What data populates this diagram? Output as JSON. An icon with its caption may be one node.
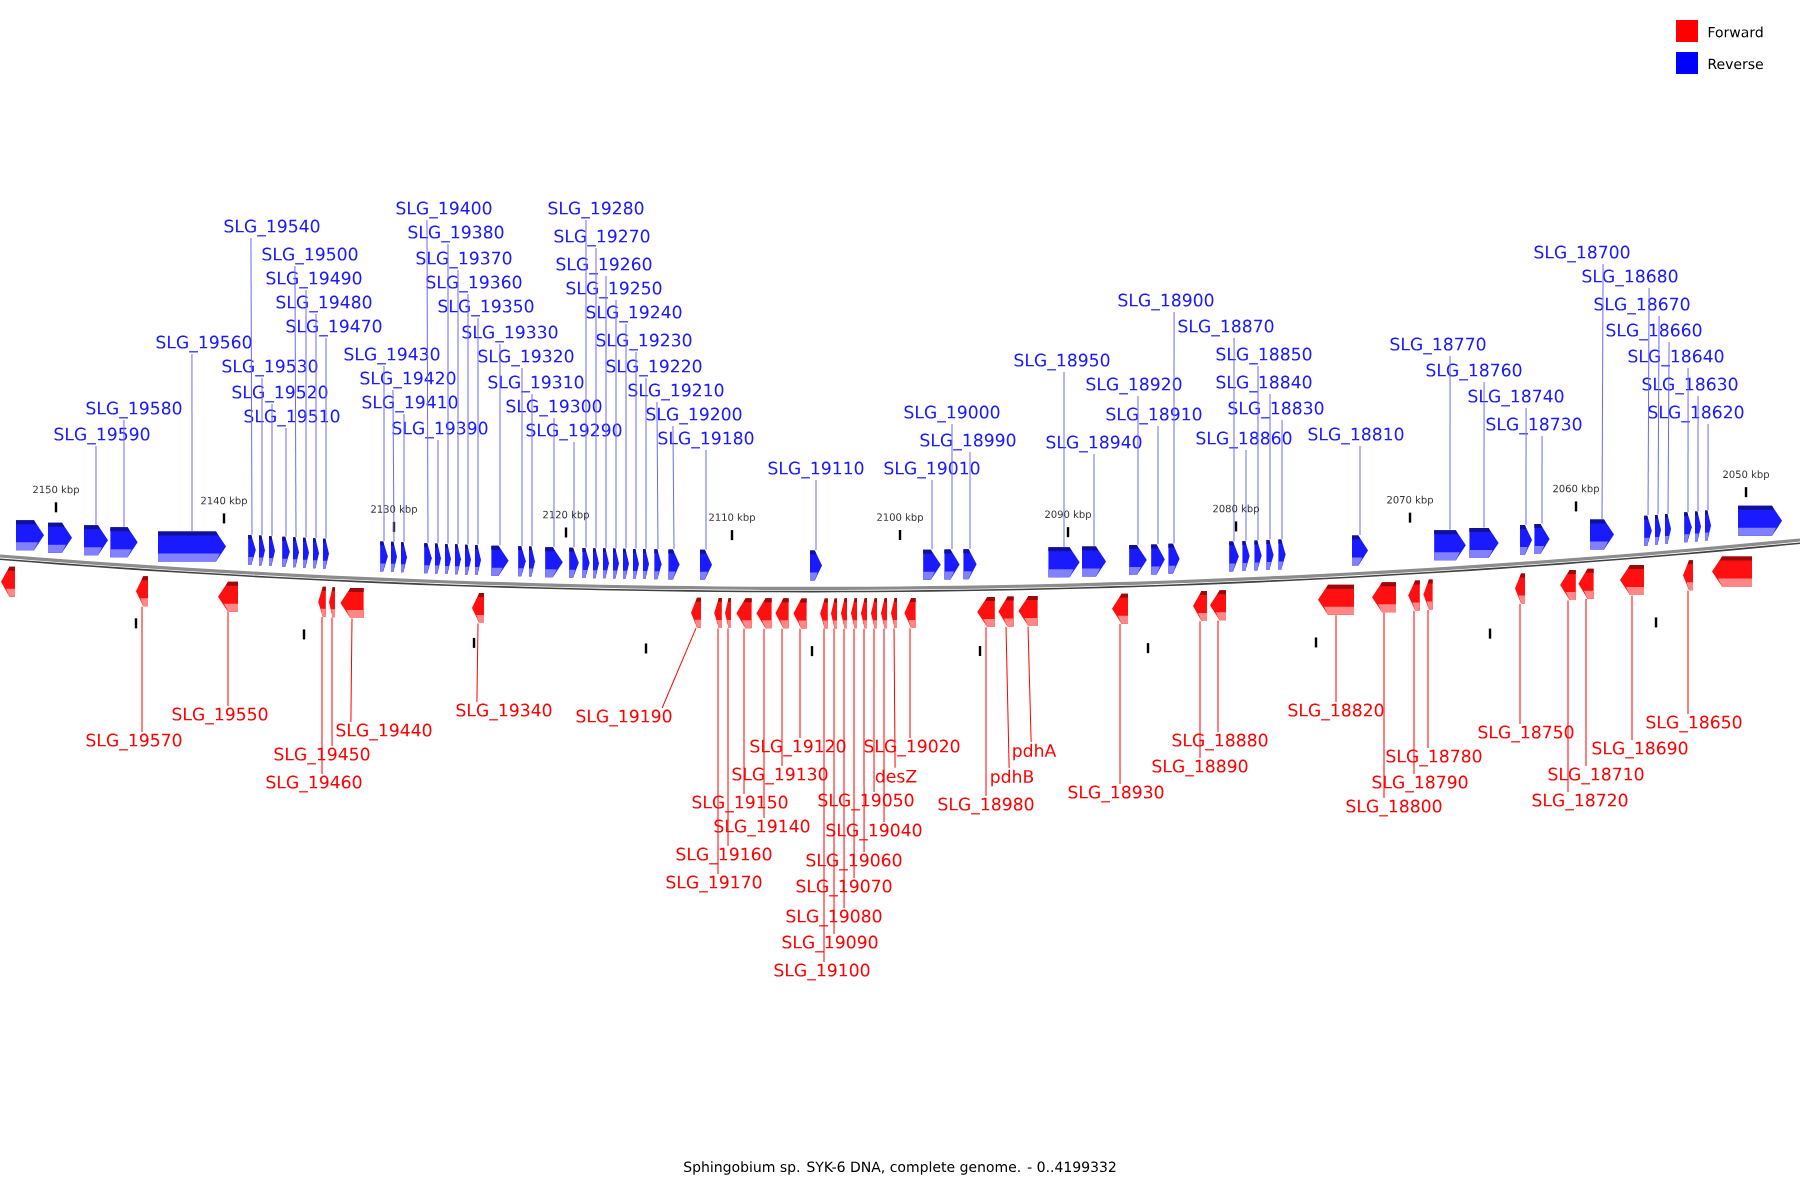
{
  "diagram": {
    "caption": "Sphingobium sp. SYK-6 DNA, complete genome. - 0..4199332",
    "nodes": [
      {
        "text": [
          "SLG_19590"
        ]
      },
      {
        "text": [
          "SLG_19580"
        ]
      },
      {
        "text": [
          "SLG_19560"
        ]
      },
      {
        "text": [
          "SLG_19540"
        ]
      },
      {
        "text": [
          "SLG_19530"
        ]
      },
      {
        "text": [
          "SLG_19520"
        ]
      },
      {
        "text": [
          "SLG_19510"
        ]
      },
      {
        "text": [
          "SLG_19500"
        ]
      },
      {
        "text": [
          "SLG_19490"
        ]
      },
      {
        "text": [
          "SLG_19480"
        ]
      },
      {
        "text": [
          "SLG_19470"
        ]
      },
      {
        "text": [
          "SLG_19430"
        ]
      },
      {
        "text": [
          "SLG_19420"
        ]
      },
      {
        "text": [
          "SLG_19410"
        ]
      },
      {
        "text": [
          "SLG_19400"
        ]
      },
      {
        "text": [
          "SLG_19390"
        ]
      },
      {
        "text": [
          "SLG_19380"
        ]
      },
      {
        "text": [
          "SLG_19370"
        ]
      },
      {
        "text": [
          "SLG_19360"
        ]
      },
      {
        "text": [
          "SLG_19350"
        ]
      },
      {
        "text": [
          "SLG_19330"
        ]
      },
      {
        "text": [
          "SLG_19320"
        ]
      },
      {
        "text": [
          "SLG_19310"
        ]
      },
      {
        "text": [
          "SLG_19300"
        ]
      },
      {
        "text": [
          "SLG_19290"
        ]
      },
      {
        "text": [
          "SLG_19280"
        ]
      },
      {
        "text": [
          "SLG_19270"
        ]
      },
      {
        "text": [
          "SLG_19260"
        ]
      },
      {
        "text": [
          "SLG_19250"
        ]
      },
      {
        "text": [
          "SLG_19240"
        ]
      },
      {
        "text": [
          "SLG_19230"
        ]
      },
      {
        "text": [
          "SLG_19220"
        ]
      },
      {
        "text": [
          "SLG_19210"
        ]
      },
      {
        "text": [
          "SLG_19200"
        ]
      },
      {
        "text": [
          "SLG_19180"
        ]
      },
      {
        "text": [
          "SLG_19110"
        ]
      },
      {
        "text": [
          "SLG_19010"
        ]
      },
      {
        "text": [
          "SLG_19000"
        ]
      },
      {
        "text": [
          "SLG_18990"
        ]
      },
      {
        "text": [
          "SLG_18950"
        ]
      },
      {
        "text": [
          "SLG_18940"
        ]
      },
      {
        "text": [
          "SLG_18920"
        ]
      },
      {
        "text": [
          "SLG_18910"
        ]
      },
      {
        "text": [
          "SLG_18900"
        ]
      },
      {
        "text": [
          "SLG_18870"
        ]
      },
      {
        "text": [
          "SLG_18860"
        ]
      },
      {
        "text": [
          "SLG_18850"
        ]
      },
      {
        "text": [
          "SLG_18840"
        ]
      },
      {
        "text": [
          "SLG_18830"
        ]
      },
      {
        "text": [
          "SLG_18810"
        ]
      },
      {
        "text": [
          "SLG_18770"
        ]
      },
      {
        "text": [
          "SLG_18760"
        ]
      },
      {
        "text": [
          "SLG_18740"
        ]
      },
      {
        "text": [
          "SLG_18730"
        ]
      },
      {
        "text": [
          "SLG_18700"
        ]
      },
      {
        "text": [
          "SLG_18680"
        ]
      },
      {
        "text": [
          "SLG_18670"
        ]
      },
      {
        "text": [
          "SLG_18660"
        ]
      },
      {
        "text": [
          "SLG_18640"
        ]
      },
      {
        "text": [
          "SLG_18630"
        ]
      },
      {
        "text": [
          "SLG_18620"
        ]
      },
      {
        "text": [
          "SLG_19570"
        ]
      },
      {
        "text": [
          "SLG_19550"
        ]
      },
      {
        "text": [
          "SLG_19460"
        ]
      },
      {
        "text": [
          "SLG_19450"
        ]
      },
      {
        "text": [
          "SLG_19440"
        ]
      },
      {
        "text": [
          "SLG_19340"
        ]
      },
      {
        "text": [
          "SLG_19190"
        ]
      },
      {
        "text": [
          "SLG_19170"
        ]
      },
      {
        "text": [
          "SLG_19160"
        ]
      },
      {
        "text": [
          "SLG_19150"
        ]
      },
      {
        "text": [
          "SLG_19140"
        ]
      },
      {
        "text": [
          "SLG_19130"
        ]
      },
      {
        "text": [
          "SLG_19120"
        ]
      },
      {
        "text": [
          "SLG_19100"
        ]
      },
      {
        "text": [
          "SLG_19090"
        ]
      },
      {
        "text": [
          "SLG_19080"
        ]
      },
      {
        "text": [
          "SLG_19070"
        ]
      },
      {
        "text": [
          "SLG_19060"
        ]
      },
      {
        "text": [
          "SLG_19050"
        ]
      },
      {
        "text": [
          "SLG_19040"
        ]
      },
      {
        "text": [
          "desZ"
        ]
      },
      {
        "text": [
          "SLG_19020"
        ]
      },
      {
        "text": [
          "SLG_18980"
        ]
      },
      {
        "text": [
          "pdhB"
        ]
      },
      {
        "text": [
          "pdhA"
        ]
      },
      {
        "text": [
          "SLG_18930"
        ]
      },
      {
        "text": [
          "SLG_18890"
        ]
      },
      {
        "text": [
          "SLG_18880"
        ]
      },
      {
        "text": [
          "SLG_18820"
        ]
      },
      {
        "text": [
          "SLG_18800"
        ]
      },
      {
        "text": [
          "SLG_18790"
        ]
      },
      {
        "text": [
          "SLG_18780"
        ]
      },
      {
        "text": [
          "SLG_18750"
        ]
      },
      {
        "text": [
          "SLG_18720"
        ]
      },
      {
        "text": [
          "SLG_18710"
        ]
      },
      {
        "text": [
          "SLG_18690"
        ]
      },
      {
        "text": [
          "SLG_18650"
        ]
      },
      {
        "text": [],
        "shape": "arrow"
      },
      {
        "text": [],
        "shape": "arrow"
      },
      {
        "text": [],
        "shape": "arrow"
      },
      {
        "text": [],
        "shape": "arrow"
      },
      {
        "text": [],
        "shape": "arrow"
      },
      {
        "text": [],
        "shape": "arrow"
      },
      {
        "text": [],
        "shape": "arrow"
      },
      {
        "text": [],
        "shape": "arrow"
      },
      {
        "text": [],
        "shape": "arrow"
      },
      {
        "text": [],
        "shape": "arrow"
      },
      {
        "text": [],
        "shape": "arrow"
      },
      {
        "text": [],
        "shape": "arrow"
      },
      {
        "text": [],
        "shape": "arrow"
      },
      {
        "text": [],
        "shape": "arrow"
      },
      {
        "text": [],
        "shape": "arrow"
      },
      {
        "text": [],
        "shape": "arrow"
      },
      {
        "text": [],
        "shape": "arrow"
      },
      {
        "text": [],
        "shape": "arrow"
      },
      {
        "text": [],
        "shape": "arrow"
      },
      {
        "text": [],
        "shape": "arrow"
      },
      {
        "text": [],
        "shape": "arrow"
      },
      {
        "text": [],
        "shape": "arrow"
      },
      {
        "text": [],
        "shape": "arrow"
      },
      {
        "text": [],
        "shape": "arrow"
      },
      {
        "text": [],
        "shape": "arrow"
      },
      {
        "text": [],
        "shape": "arrow"
      },
      {
        "text": [],
        "shape": "arrow"
      },
      {
        "text": [],
        "shape": "arrow"
      },
      {
        "text": [],
        "shape": "arrow"
      },
      {
        "text": [],
        "shape": "arrow"
      },
      {
        "text": [],
        "shape": "arrow"
      },
      {
        "text": [],
        "shape": "arrow"
      },
      {
        "text": [],
        "shape": "arrow"
      },
      {
        "text": [],
        "shape": "arrow"
      },
      {
        "text": [],
        "shape": "arrow"
      },
      {
        "text": [],
        "shape": "arrow"
      },
      {
        "text": [],
        "shape": "arrow"
      },
      {
        "text": [],
        "shape": "arrow"
      },
      {
        "text": [],
        "shape": "arrow"
      },
      {
        "text": [],
        "shape": "arrow"
      },
      {
        "text": [],
        "shape": "arrow"
      },
      {
        "text": [],
        "shape": "arrow"
      },
      {
        "text": [],
        "shape": "arrow"
      },
      {
        "text": [],
        "shape": "arrow"
      },
      {
        "text": [],
        "shape": "arrow"
      },
      {
        "text": [],
        "shape": "arrow"
      },
      {
        "text": [],
        "shape": "arrow"
      },
      {
        "text": [],
        "shape": "arrow"
      },
      {
        "text": [],
        "shape": "arrow"
      },
      {
        "text": [],
        "shape": "arrow"
      },
      {
        "text": [],
        "shape": "arrow"
      },
      {
        "text": [],
        "shape": "arrow"
      },
      {
        "text": [],
        "shape": "arrow"
      },
      {
        "text": [],
        "shape": "arrow"
      },
      {
        "text": [],
        "shape": "arrow"
      },
      {
        "text": [],
        "shape": "arrow"
      },
      {
        "text": [],
        "shape": "arrow"
      },
      {
        "text": [],
        "shape": "arrow"
      },
      {
        "text": [],
        "shape": "arrow"
      },
      {
        "text": [],
        "shape": "arrow"
      },
      {
        "text": [],
        "shape": "arrow"
      },
      {
        "text": [],
        "shape": "arrow"
      },
      {
        "text": [],
        "shape": "arrow"
      },
      {
        "text": [],
        "shape": "arrow"
      },
      {
        "text": [],
        "shape": "arrow"
      },
      {
        "text": [],
        "shape": "arrow"
      },
      {
        "text": [],
        "shape": "arrow"
      },
      {
        "text": [],
        "shape": "arrow"
      },
      {
        "text": [],
        "shape": "arrow"
      },
      {
        "text": [],
        "shape": "arrow"
      },
      {
        "text": [],
        "shape": "arrow"
      },
      {
        "text": [],
        "shape": "arrow"
      },
      {
        "text": [],
        "shape": "arrow"
      },
      {
        "text": [],
        "shape": "arrow"
      },
      {
        "text": [],
        "shape": "arrow"
      },
      {
        "text": [],
        "shape": "arrow"
      },
      {
        "text": [],
        "shape": "arrow"
      },
      {
        "text": [],
        "shape": "arrow"
      },
      {
        "text": [],
        "shape": "arrow"
      },
      {
        "text": [],
        "shape": "arrow"
      },
      {
        "text": [],
        "shape": "arrow"
      },
      {
        "text": [],
        "shape": "arrow"
      },
      {
        "text": [],
        "shape": "arrow"
      },
      {
        "text": [],
        "shape": "arrow"
      },
      {
        "text": [],
        "shape": "arrow"
      },
      {
        "text": [],
        "shape": "arrow"
      },
      {
        "text": [],
        "shape": "arrow"
      },
      {
        "text": [],
        "shape": "arrow"
      },
      {
        "text": [],
        "shape": "arrow"
      },
      {
        "text": [],
        "shape": "arrow"
      },
      {
        "text": [],
        "shape": "arrow"
      },
      {
        "text": [],
        "shape": "arrow"
      },
      {
        "text": [],
        "shape": "arrow"
      },
      {
        "text": [],
        "shape": "arrow"
      },
      {
        "text": [],
        "shape": "arrow"
      },
      {
        "text": [],
        "shape": "arrow"
      },
      {
        "text": [],
        "shape": "arrow"
      },
      {
        "text": [],
        "shape": "arrow"
      },
      {
        "text": [],
        "shape": "arrow"
      },
      {
        "text": [],
        "shape": "arrow"
      },
      {
        "text": [],
        "shape": "arrow"
      },
      {
        "text": [],
        "shape": "arrow"
      },
      {
        "text": [],
        "shape": "arrow"
      }
    ],
    "edges": [
      {
        "from": 0,
        "to": 98,
        "arrow": "none"
      },
      {
        "from": 1,
        "to": 99,
        "arrow": "none"
      },
      {
        "from": 2,
        "to": 100,
        "arrow": "none"
      },
      {
        "from": 3,
        "to": 101,
        "arrow": "none"
      },
      {
        "from": 4,
        "to": 102,
        "arrow": "none"
      },
      {
        "from": 5,
        "to": 103,
        "arrow": "none"
      },
      {
        "from": 6,
        "to": 104,
        "arrow": "none"
      },
      {
        "from": 7,
        "to": 105,
        "arrow": "none"
      },
      {
        "from": 8,
        "to": 106,
        "arrow": "none"
      },
      {
        "from": 9,
        "to": 107,
        "arrow": "none"
      },
      {
        "from": 10,
        "to": 108,
        "arrow": "none"
      },
      {
        "from": 11,
        "to": 109,
        "arrow": "none"
      },
      {
        "from": 12,
        "to": 110,
        "arrow": "none"
      },
      {
        "from": 13,
        "to": 111,
        "arrow": "none"
      },
      {
        "from": 14,
        "to": 112,
        "arrow": "none"
      },
      {
        "from": 15,
        "to": 113,
        "arrow": "none"
      },
      {
        "from": 16,
        "to": 114,
        "arrow": "none"
      },
      {
        "from": 17,
        "to": 115,
        "arrow": "none"
      },
      {
        "from": 18,
        "to": 116,
        "arrow": "none"
      },
      {
        "from": 19,
        "to": 117,
        "arrow": "none"
      },
      {
        "from": 20,
        "to": 118,
        "arrow": "none"
      },
      {
        "from": 21,
        "to": 119,
        "arrow": "none"
      },
      {
        "from": 22,
        "to": 120,
        "arrow": "none"
      },
      {
        "from": 23,
        "to": 121,
        "arrow": "none"
      },
      {
        "from": 24,
        "to": 122,
        "arrow": "none"
      },
      {
        "from": 25,
        "to": 123,
        "arrow": "none"
      },
      {
        "from": 26,
        "to": 124,
        "arrow": "none"
      },
      {
        "from": 27,
        "to": 125,
        "arrow": "none"
      },
      {
        "from": 28,
        "to": 126,
        "arrow": "none"
      },
      {
        "from": 29,
        "to": 127,
        "arrow": "none"
      },
      {
        "from": 30,
        "to": 128,
        "arrow": "none"
      },
      {
        "from": 31,
        "to": 129,
        "arrow": "none"
      },
      {
        "from": 32,
        "to": 130,
        "arrow": "none"
      },
      {
        "from": 33,
        "to": 131,
        "arrow": "none"
      },
      {
        "from": 34,
        "to": 132,
        "arrow": "none"
      },
      {
        "from": 35,
        "to": 133,
        "arrow": "none"
      },
      {
        "from": 36,
        "to": 134,
        "arrow": "none"
      },
      {
        "from": 37,
        "to": 135,
        "arrow": "none"
      },
      {
        "from": 38,
        "to": 136,
        "arrow": "none"
      },
      {
        "from": 39,
        "to": 137,
        "arrow": "none"
      },
      {
        "from": 40,
        "to": 138,
        "arrow": "none"
      },
      {
        "from": 41,
        "to": 139,
        "arrow": "none"
      },
      {
        "from": 42,
        "to": 140,
        "arrow": "none"
      },
      {
        "from": 43,
        "to": 141,
        "arrow": "none"
      },
      {
        "from": 44,
        "to": 142,
        "arrow": "none"
      },
      {
        "from": 45,
        "to": 143,
        "arrow": "none"
      },
      {
        "from": 46,
        "to": 144,
        "arrow": "none"
      },
      {
        "from": 47,
        "to": 145,
        "arrow": "none"
      },
      {
        "from": 48,
        "to": 146,
        "arrow": "none"
      },
      {
        "from": 49,
        "to": 147,
        "arrow": "none"
      },
      {
        "from": 50,
        "to": 148,
        "arrow": "none"
      },
      {
        "from": 51,
        "to": 149,
        "arrow": "none"
      },
      {
        "from": 52,
        "to": 150,
        "arrow": "none"
      },
      {
        "from": 53,
        "to": 151,
        "arrow": "none"
      },
      {
        "from": 54,
        "to": 152,
        "arrow": "none"
      },
      {
        "from": 55,
        "to": 153,
        "arrow": "none"
      },
      {
        "from": 56,
        "to": 154,
        "arrow": "none"
      },
      {
        "from": 57,
        "to": 155,
        "arrow": "none"
      },
      {
        "from": 58,
        "to": 156,
        "arrow": "none"
      },
      {
        "from": 59,
        "to": 157,
        "arrow": "none"
      },
      {
        "from": 60,
        "to": 158,
        "arrow": "none"
      },
      {
        "from": 61,
        "to": 159,
        "arrow": "none",
        "color": "#ff0000"
      },
      {
        "from": 62,
        "to": 160,
        "arrow": "none",
        "color": "#ff0000"
      },
      {
        "from": 63,
        "to": 161,
        "arrow": "none",
        "color": "#ff0000"
      },
      {
        "from": 64,
        "to": 162,
        "arrow": "none",
        "color": "#ff0000"
      },
      {
        "from": 65,
        "to": 163,
        "arrow": "none",
        "color": "#ff0000"
      },
      {
        "from": 66,
        "to": 164,
        "arrow": "none",
        "color": "#ff0000"
      },
      {
        "from": 67,
        "to": 165,
        "arrow": "none",
        "color": "#ff0000"
      },
      {
        "from": 68,
        "to": 166,
        "arrow": "none",
        "color": "#ff0000"
      },
      {
        "from": 69,
        "to": 167,
        "arrow": "none",
        "color": "#ff0000"
      },
      {
        "from": 70,
        "to": 168,
        "arrow": "none",
        "color": "#ff0000"
      },
      {
        "from": 71,
        "to": 169,
        "arrow": "none",
        "color": "#ff0000"
      },
      {
        "from": 72,
        "to": 170,
        "arrow": "none",
        "color": "#ff0000"
      },
      {
        "from": 73,
        "to": 171,
        "arrow": "none",
        "color": "#ff0000"
      },
      {
        "from": 74,
        "to": 172,
        "arrow": "none",
        "color": "#ff0000"
      },
      {
        "from": 75,
        "to": 173,
        "arrow": "none",
        "color": "#ff0000"
      },
      {
        "from": 76,
        "to": 174,
        "arrow": "none",
        "color": "#ff0000"
      },
      {
        "from": 77,
        "to": 175,
        "arrow": "none",
        "color": "#ff0000"
      },
      {
        "from": 78,
        "to": 176,
        "arrow": "none",
        "color": "#ff0000"
      },
      {
        "from": 79,
        "to": 177,
        "arrow": "none",
        "color": "#ff0000"
      },
      {
        "from": 80,
        "to": 178,
        "arrow": "none",
        "color": "#ff0000"
      },
      {
        "from": 81,
        "to": 179,
        "arrow": "none",
        "color": "#ff0000"
      },
      {
        "from": 82,
        "to": 180,
        "arrow": "none",
        "color": "#ff0000"
      },
      {
        "from": 83,
        "to": 181,
        "arrow": "none",
        "color": "#ff0000"
      },
      {
        "from": 84,
        "to": 182,
        "arrow": "none",
        "color": "#ff0000"
      },
      {
        "from": 85,
        "to": 183,
        "arrow": "none",
        "color": "#ff0000"
      },
      {
        "from": 86,
        "to": 184,
        "arrow": "none",
        "color": "#ff0000"
      },
      {
        "from": 87,
        "to": 185,
        "arrow": "none",
        "color": "#ff0000"
      },
      {
        "from": 88,
        "to": 186,
        "arrow": "none",
        "color": "#ff0000"
      },
      {
        "from": 89,
        "to": 187,
        "arrow": "none",
        "color": "#ff0000"
      },
      {
        "from": 90,
        "to": 188,
        "arrow": "none",
        "color": "#ff0000"
      },
      {
        "from": 91,
        "to": 189,
        "arrow": "none",
        "color": "#ff0000"
      },
      {
        "from": 92,
        "to": 190,
        "arrow": "none",
        "color": "#ff0000"
      },
      {
        "from": 93,
        "to": 191,
        "arrow": "none",
        "color": "#ff0000"
      },
      {
        "from": 94,
        "to": 192,
        "arrow": "none",
        "color": "#ff0000"
      },
      {
        "from": 95,
        "to": 193,
        "arrow": "none",
        "color": "#ff0000"
      },
      {
        "from": 96,
        "to": 194,
        "arrow": "none",
        "color": "#ff0000"
      },
      {
        "from": 97,
        "to": 195,
        "arrow": "none",
        "color": "#ff0000"
      }
    ],
    "labels": [
      "2150 kbp",
      "2140 kbp",
      "2130 kbp",
      "2120 kbp",
      "2110 kbp",
      "2100 kbp",
      "2090 kbp",
      "2080 kbp",
      "2070 kbp",
      "2060 kbp",
      "2050 kbp"
    ],
    "legend": [
      {
        "text": "Forward",
        "color": "#ff0000"
      },
      {
        "text": "Reverse",
        "color": "#0000ff"
      }
    ]
  }
}
